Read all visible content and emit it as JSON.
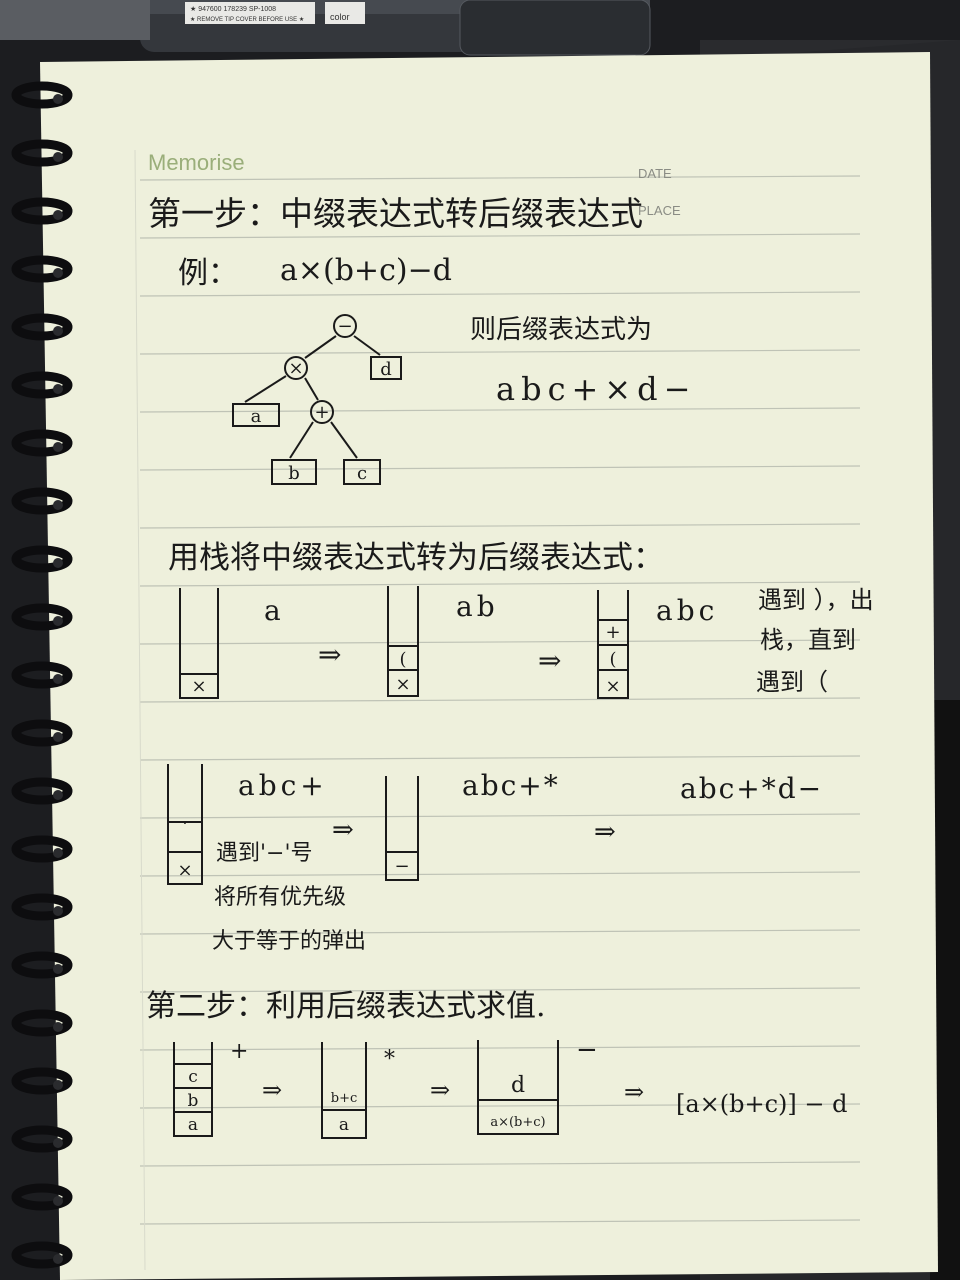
{
  "header": {
    "brand": "Memorise",
    "date_label": "DATE",
    "place_label": "PLACE"
  },
  "pen_text": {
    "line1": "★ 947600 178239   SP-1008",
    "line2": "★ REMOVE TIP COVER BEFORE USE ★",
    "badge": "color"
  },
  "step1": {
    "heading": "第一步：中缀表达式转后缀表达式",
    "example_label": "例：",
    "example_expr": "a×(b+c)−d",
    "result_label": "则后缀表达式为",
    "result_expr": "abc+×d−",
    "tree": {
      "root": "−",
      "mul": "×",
      "plus": "+",
      "a": "a",
      "b": "b",
      "c": "c",
      "d": "d"
    }
  },
  "stack_section": {
    "heading": "用栈将中缀表达式转为后缀表达式：",
    "row1": {
      "out1": "a",
      "out2": "ab",
      "out3": "abc",
      "arrow": "⇒",
      "stack1": [
        "×"
      ],
      "stack2": [
        "×",
        "("
      ],
      "stack3": [
        "×",
        "(",
        "+"
      ],
      "note_line1": "遇到 ），出",
      "note_line2": "栈，直到",
      "note_line3": "遇到（"
    },
    "row2": {
      "out1": "abc+",
      "out2": "abc+*",
      "out3": "abc+*d−",
      "arrow": "⇒",
      "stack1": [
        "×",
        "·"
      ],
      "stack2": [
        "−"
      ],
      "note_line1": "遇到'−'号",
      "note_line2": "将所有优先级",
      "note_line3": "大于等于的弹出"
    }
  },
  "step2": {
    "heading": "第二步：利用后缀表达式求值.",
    "op1": "+",
    "op2": "*",
    "op3": "−",
    "arrow": "⇒",
    "stack1": [
      "a",
      "b",
      "c"
    ],
    "stack2_bottom": "a",
    "stack2_top": "b+c",
    "stack3_bottom": "a×(b+c)",
    "stack3_top": "d",
    "final": "[a×(b+c)] − d"
  }
}
